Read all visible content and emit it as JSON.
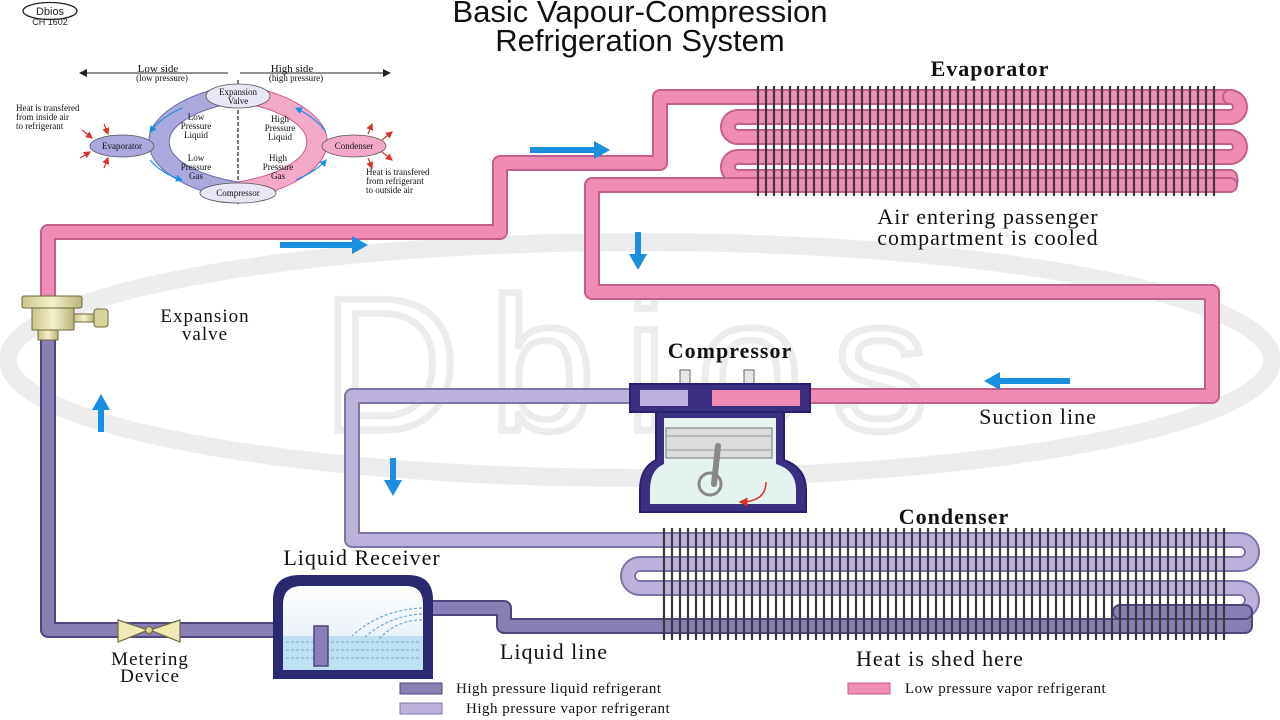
{
  "logo": {
    "name": "Dbios",
    "code": "CH 1602"
  },
  "title": {
    "line1": "Basic Vapour-Compression",
    "line2": "Refrigeration System"
  },
  "watermark": "Dbios",
  "inset": {
    "low_side": "Low side",
    "low_side_sub": "(low pressure)",
    "high_side": "High side",
    "high_side_sub": "(high pressure)",
    "expansion_valve": [
      "Expansion",
      "Valve"
    ],
    "evaporator": "Evaporator",
    "condenser": "Condenser",
    "compressor": "Compressor",
    "low_pressure_liquid": [
      "Low",
      "Pressure",
      "Liquid"
    ],
    "high_pressure_liquid": [
      "High",
      "Pressure",
      "Liquid"
    ],
    "low_pressure_gas": [
      "Low",
      "Pressure",
      "Gas"
    ],
    "high_pressure_gas": [
      "High",
      "Pressure",
      "Gas"
    ],
    "heat_in": [
      "Heat is transfered",
      "from inside air",
      "to refrigerant"
    ],
    "heat_out": [
      "Heat is transfered",
      "from refrigerant",
      "to outside air"
    ]
  },
  "labels": {
    "evaporator": "Evaporator",
    "air_entering": [
      "Air entering passenger",
      "compartment is cooled"
    ],
    "expansion_valve": [
      "Expansion",
      "valve"
    ],
    "compressor": "Compressor",
    "suction_line": "Suction line",
    "condenser": "Condenser",
    "liquid_receiver": "Liquid Receiver",
    "liquid_line": "Liquid line",
    "heat_shed": "Heat is shed here",
    "metering_device": [
      "Metering",
      "Device"
    ]
  },
  "legend": [
    {
      "label": "High pressure liquid refrigerant",
      "color": "#8a7fb5"
    },
    {
      "label": "Low pressure vapor refrigerant",
      "color": "#f08cb4"
    },
    {
      "label": "High pressure vapor refrigerant",
      "color": "#bdb2dc"
    }
  ],
  "colors": {
    "low_vapor": "#f08cb4",
    "high_vapor": "#bdb2dc",
    "high_liquid": "#8a7fb5",
    "flow_arrow": "#1a8fe0"
  }
}
